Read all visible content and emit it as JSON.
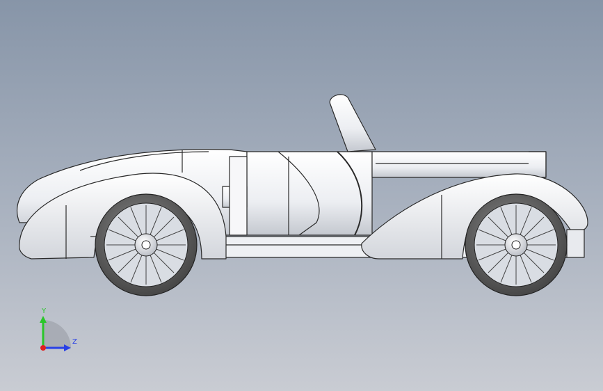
{
  "viewport": {
    "background_top": "#8795a8",
    "background_bottom": "#c9ccd3"
  },
  "model": {
    "description_icon": "car-model",
    "body_fill": "#f4f4f6",
    "edge_color": "#2a2a2a",
    "tire_color": "#5a5a5a"
  },
  "triad": {
    "y_label": "Y",
    "z_label": "Z",
    "y_color": "#29c629",
    "z_color": "#2840e6",
    "x_color": "#e02020"
  }
}
